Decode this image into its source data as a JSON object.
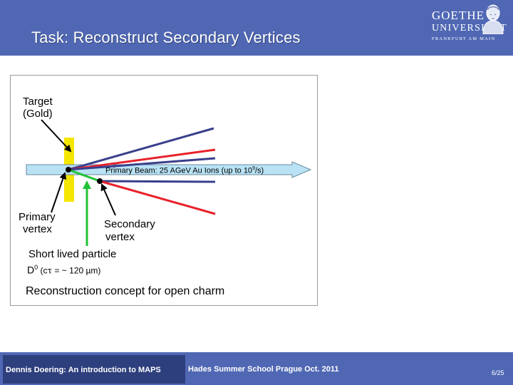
{
  "slide": {
    "title": "Task: Reconstruct Secondary Vertices",
    "logo": {
      "line1": "GOETHE",
      "line2": "UNIVERSITÄT",
      "line3": "FRANKFURT AM MAIN"
    }
  },
  "diagram": {
    "target_label_1": "Target",
    "target_label_2": "(Gold)",
    "beam_label": "Primary Beam: 25 AGeV Au Ions (up to 10",
    "beam_sup": "9",
    "beam_suffix": "/s)",
    "primary_vertex_1": "Primary",
    "primary_vertex_2": "vertex",
    "secondary_vertex_1": "Secondary",
    "secondary_vertex_2": "vertex",
    "short_lived": "Short lived particle",
    "d0_label": "D",
    "d0_sup": "0",
    "ctau_text": " (c",
    "ctau_tau": "τ",
    "ctau_value": " = ~ 120 µm)",
    "concept": "Reconstruction concept for open charm",
    "colors": {
      "target": "#f5e600",
      "beam_fill": "#b9e3f5",
      "navy": "#3a3f8c",
      "red": "#e8212b",
      "green": "#22c236"
    }
  },
  "footer": {
    "author": "Dennis Doering: An introduction to MAPS",
    "event": "Hades Summer School Prague Oct. 2011",
    "page": "6/25"
  }
}
